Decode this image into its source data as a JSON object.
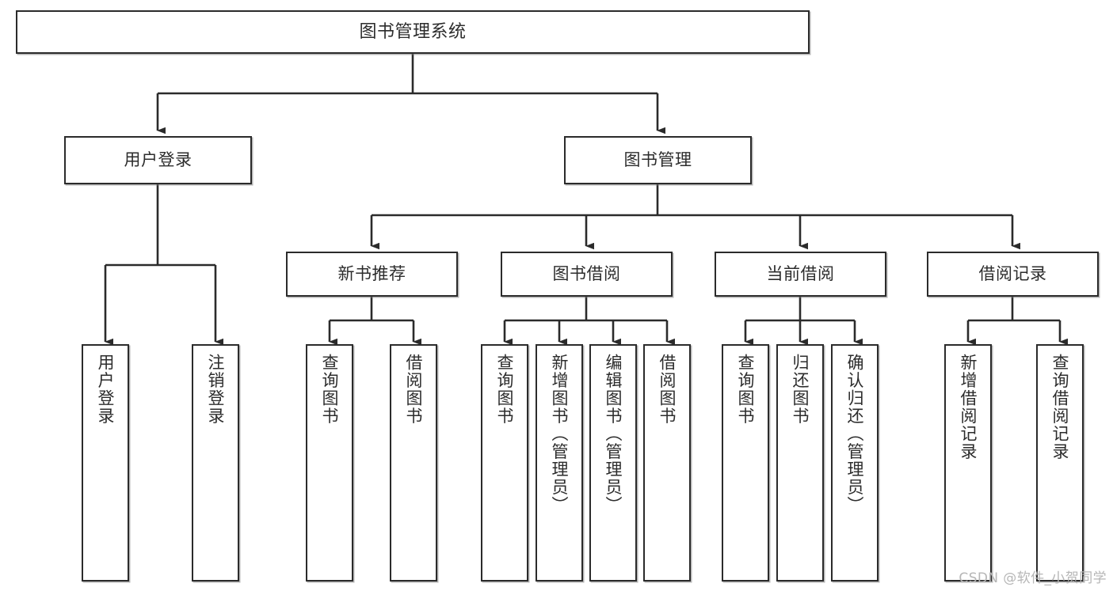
{
  "diagram": {
    "title": "图书管理系统",
    "watermark": "CSDN @软件_小贺同学",
    "colors": {
      "background": "#ffffff",
      "node_border": "#2b2b2b",
      "node_fill": "#ffffff",
      "edge": "#2b2b2b",
      "text": "#2c2c2c",
      "watermark": "#b6b6b6"
    },
    "nodes": {
      "root": {
        "label": "图书管理系统"
      },
      "user_login": {
        "label": "用户登录"
      },
      "book_manage": {
        "label": "图书管理"
      },
      "new_book_rec": {
        "label": "新书推荐"
      },
      "book_borrow": {
        "label": "图书借阅"
      },
      "current_borrow": {
        "label": "当前借阅"
      },
      "borrow_record": {
        "label": "借阅记录"
      },
      "leaf_user_login": {
        "label": "用户登录"
      },
      "leaf_user_logout": {
        "label": "注销登录"
      },
      "leaf_query_book_rec": {
        "label": "查询图书"
      },
      "leaf_borrow_book_rec": {
        "label": "借阅图书"
      },
      "leaf_query_book_borrow": {
        "label": "查询图书"
      },
      "leaf_add_book": {
        "label": "新增图书（管理员）"
      },
      "leaf_edit_book": {
        "label": "编辑图书（管理员）"
      },
      "leaf_borrow_book": {
        "label": "借阅图书"
      },
      "leaf_query_book_current": {
        "label": "查询图书"
      },
      "leaf_return_book": {
        "label": "归还图书"
      },
      "leaf_confirm_return": {
        "label": "确认归还（管理员）"
      },
      "leaf_add_record": {
        "label": "新增借阅记录"
      },
      "leaf_query_record": {
        "label": "查询借阅记录"
      }
    }
  },
  "chart_data": {
    "type": "tree-diagram",
    "title": "图书管理系统",
    "orientation": "top-down",
    "levels": 4,
    "tree": {
      "label": "图书管理系统",
      "children": [
        {
          "label": "用户登录",
          "children": [
            {
              "label": "用户登录"
            },
            {
              "label": "注销登录"
            }
          ]
        },
        {
          "label": "图书管理",
          "children": [
            {
              "label": "新书推荐",
              "children": [
                {
                  "label": "查询图书"
                },
                {
                  "label": "借阅图书"
                }
              ]
            },
            {
              "label": "图书借阅",
              "children": [
                {
                  "label": "查询图书"
                },
                {
                  "label": "新增图书（管理员）"
                },
                {
                  "label": "编辑图书（管理员）"
                },
                {
                  "label": "借阅图书"
                }
              ]
            },
            {
              "label": "当前借阅",
              "children": [
                {
                  "label": "查询图书"
                },
                {
                  "label": "归还图书"
                },
                {
                  "label": "确认归还（管理员）"
                }
              ]
            },
            {
              "label": "借阅记录",
              "children": [
                {
                  "label": "新增借阅记录"
                },
                {
                  "label": "查询借阅记录"
                }
              ]
            }
          ]
        }
      ]
    }
  }
}
